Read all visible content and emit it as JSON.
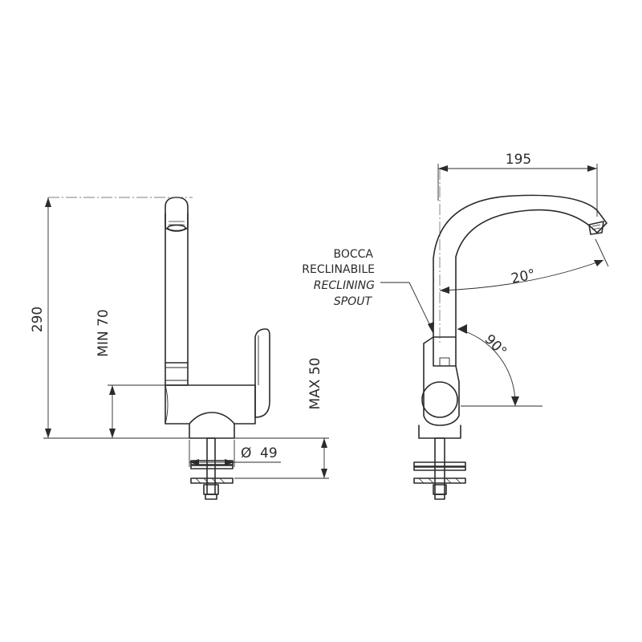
{
  "dimensions": {
    "height_total": "290",
    "min_height": "MIN 70",
    "max_deck": "MAX  50",
    "diameter_symbol": "Ø",
    "diameter_value": "49",
    "reach": "195",
    "tilt_angle": "20°",
    "rotation_angle": "90°"
  },
  "callout": {
    "it_line1": "BOCCA",
    "it_line2": "RECLINABILE",
    "en_line1": "RECLINING",
    "en_line2": "SPOUT"
  }
}
